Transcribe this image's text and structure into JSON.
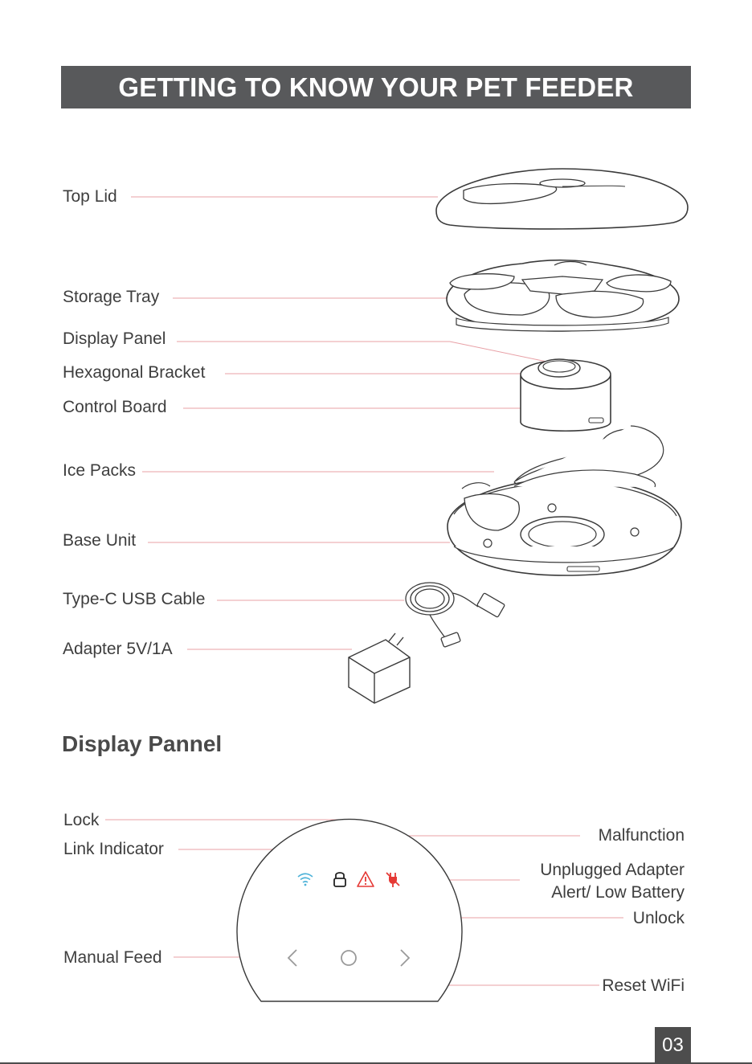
{
  "header": {
    "title": "GETTING TO KNOW YOUR PET FEEDER"
  },
  "parts": {
    "top_lid": "Top Lid",
    "storage_tray": "Storage Tray",
    "display_panel": "Display Panel",
    "hexagonal_bracket": "Hexagonal Bracket",
    "control_board": "Control Board",
    "ice_packs": "Ice Packs",
    "base_unit": "Base Unit",
    "usb_cable": "Type-C USB Cable",
    "adapter": "Adapter 5V/1A"
  },
  "display": {
    "title": "Display Pannel",
    "lock": "Lock",
    "link_indicator": "Link Indicator",
    "manual_feed": "Manual Feed",
    "malfunction": "Malfunction",
    "unplugged_line1": "Unplugged Adapter",
    "unplugged_line2": "Alert/ Low Battery",
    "unlock": "Unlock",
    "reset_wifi": "Reset WiFi"
  },
  "colors": {
    "leader_line": "#e8a0a6",
    "banner": "#58595b",
    "wifi": "#4fb3d9",
    "alert": "#e53935"
  },
  "icons": [
    "wifi-icon",
    "lock-icon",
    "warning-icon",
    "unplugged-icon",
    "chevron-left-icon",
    "circle-button-icon",
    "chevron-right-icon"
  ],
  "footer": {
    "page": "03"
  }
}
